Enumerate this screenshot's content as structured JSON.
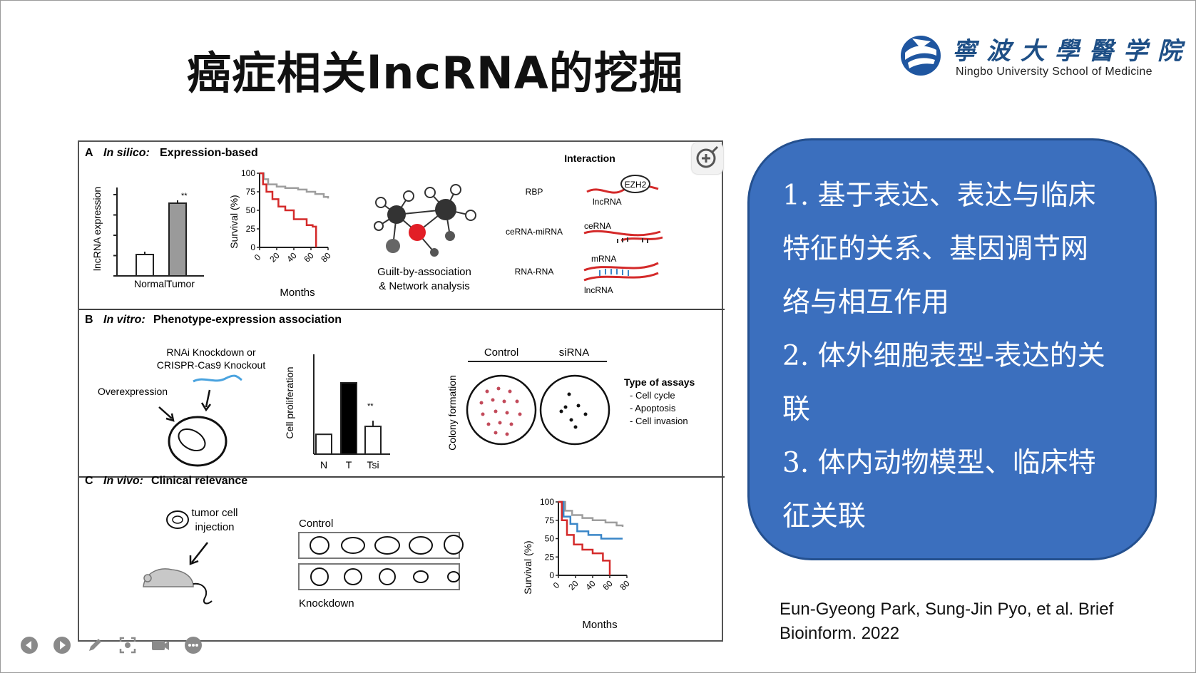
{
  "slide": {
    "title": "癌症相关lncRNA的挖掘"
  },
  "logo": {
    "name_cn": "寧波大學醫学院",
    "name_en": "Ningbo University School of Medicine"
  },
  "figure": {
    "panel_a": {
      "letter": "A",
      "title_italic": "In silico:",
      "title_rest": " Expression-based",
      "bar_ylabel": "lncRNA expression",
      "bar_categories": [
        "Normal",
        "Tumor"
      ],
      "sig_mark": "**",
      "survival_ylabel": "Survival (%)",
      "survival_yticks": [
        "100",
        "75",
        "50",
        "25",
        "0"
      ],
      "survival_xticks": [
        "0",
        "20",
        "40",
        "60",
        "80"
      ],
      "survival_xlabel": "Months",
      "network_label_1": "Guilt-by-association",
      "network_label_2": "& Network analysis",
      "interaction_title": "Interaction",
      "rbp": "RBP",
      "ezh2": "EZH2",
      "lncrna_1": "lncRNA",
      "cerna_mirna": "ceRNA-miRNA",
      "cerna": "ceRNA",
      "rna_rna": "RNA-RNA",
      "mrna": "mRNA",
      "lncrna_2": "lncRNA"
    },
    "panel_b": {
      "letter": "B",
      "title_italic": "In vitro:",
      "title_rest": " Phenotype-expression association",
      "knockdown_1": "RNAi Knockdown or",
      "knockdown_2": "CRISPR-Cas9 Knockout",
      "overexpression": "Overexpression",
      "prolif_ylabel": "Cell proliferation",
      "prolif_categories": [
        "N",
        "T",
        "Tsi"
      ],
      "sig_mark": "**",
      "colony_ylabel": "Colony formation",
      "control": "Control",
      "sirna": "siRNA",
      "assays_title": "Type of assays",
      "assays": [
        "- Cell cycle",
        "- Apoptosis",
        "- Cell invasion"
      ]
    },
    "panel_c": {
      "letter": "C",
      "title_italic": "In vivo:",
      "title_rest": " Clinical relevance",
      "injection_1": "tumor cell",
      "injection_2": "injection",
      "control": "Control",
      "knockdown": "Knockdown",
      "survival_ylabel": "Survival (%)",
      "survival_yticks": [
        "100",
        "75",
        "50",
        "25",
        "0"
      ],
      "survival_xticks": [
        "0",
        "20",
        "40",
        "60",
        "80"
      ],
      "survival_xlabel": "Months"
    }
  },
  "chart_data": [
    {
      "type": "bar",
      "title": "",
      "xlabel": "",
      "ylabel": "lncRNA expression",
      "categories": [
        "Normal",
        "Tumor"
      ],
      "values": [
        1,
        3.4
      ]
    },
    {
      "type": "line",
      "xlabel": "Months",
      "ylabel": "Survival (%)",
      "xlim": [
        0,
        80
      ],
      "ylim": [
        0,
        100
      ],
      "series": [
        {
          "color": "#9e9e9e",
          "x": [
            0,
            5,
            10,
            20,
            30,
            45,
            55,
            65,
            75,
            80
          ],
          "y": [
            100,
            92,
            85,
            82,
            80,
            78,
            75,
            72,
            68,
            66
          ]
        },
        {
          "color": "#d42a2a",
          "x": [
            0,
            4,
            8,
            15,
            22,
            30,
            40,
            55,
            62,
            66
          ],
          "y": [
            100,
            85,
            75,
            65,
            55,
            50,
            38,
            30,
            28,
            0
          ]
        }
      ]
    },
    {
      "type": "bar",
      "xlabel": "",
      "ylabel": "Cell proliferation",
      "categories": [
        "N",
        "T",
        "Tsi"
      ],
      "values": [
        1,
        3.6,
        1.4
      ]
    },
    {
      "type": "line",
      "xlabel": "Months",
      "ylabel": "Survival (%)",
      "xlim": [
        0,
        80
      ],
      "ylim": [
        0,
        100
      ],
      "series": [
        {
          "color": "#9e9e9e",
          "x": [
            0,
            8,
            16,
            28,
            40,
            55,
            68,
            75
          ],
          "y": [
            100,
            88,
            82,
            78,
            75,
            72,
            68,
            66
          ]
        },
        {
          "color": "#3a86c8",
          "x": [
            0,
            6,
            14,
            22,
            35,
            50,
            75
          ],
          "y": [
            100,
            80,
            70,
            60,
            55,
            50,
            50
          ]
        },
        {
          "color": "#d42a2a",
          "x": [
            0,
            4,
            10,
            18,
            28,
            40,
            52,
            60
          ],
          "y": [
            100,
            75,
            55,
            42,
            35,
            30,
            20,
            0
          ]
        }
      ]
    }
  ],
  "bluebox": {
    "lines": [
      "1. 基于表达、表达与临床",
      "特征的关系、基因调节网",
      "络与相互作用",
      "2. 体外细胞表型-表达的关",
      "联",
      "3. 体内动物模型、临床特",
      "征关联"
    ]
  },
  "citation": {
    "line1": "Eun-Gyeong Park, Sung-Jin Pyo, et al. Brief",
    "line2": "Bioinform. 2022"
  },
  "toolbar": {
    "icons": [
      "previous-icon",
      "next-icon",
      "pen-icon",
      "capture-icon",
      "camera-icon",
      "more-icon"
    ]
  }
}
